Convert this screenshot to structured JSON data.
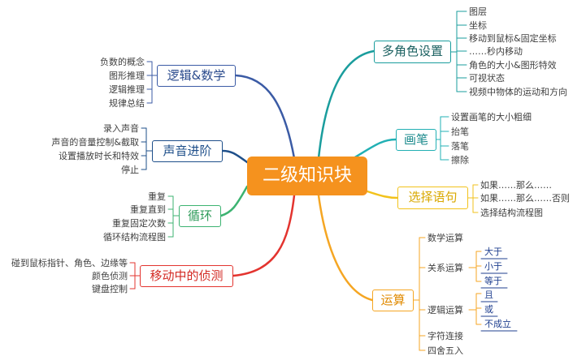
{
  "center": {
    "title": "二级知识块",
    "color": "#f5921e"
  },
  "branches": {
    "multi_role": {
      "title": "多角色设置",
      "color": "#1a9d9d",
      "items": [
        "图层",
        "坐标",
        "移动到鼠标&固定坐标",
        "……秒内移动",
        "角色的大小&图形特效",
        "可视状态",
        "视频中物体的运动和方向"
      ]
    },
    "pen": {
      "title": "画笔",
      "color": "#22b0b4",
      "items": [
        "设置画笔的大小粗细",
        "抬笔",
        "落笔",
        "擦除"
      ]
    },
    "selection": {
      "title": "选择语句",
      "color": "#f2c21b",
      "items": [
        "如果……那么……",
        "如果……那么……否则",
        "选择结构流程图"
      ]
    },
    "operations": {
      "title": "运算",
      "color": "#f5a623",
      "math": "数学运算",
      "relational": {
        "label": "关系运算",
        "items": [
          "大于",
          "小于",
          "等于"
        ]
      },
      "logical": {
        "label": "逻辑运算",
        "items": [
          "且",
          "或",
          "不成立"
        ]
      },
      "concat": "字符连接",
      "round": "四舍五入"
    },
    "logic_math": {
      "title": "逻辑&数学",
      "color": "#3b5ba5",
      "items": [
        "负数的概念",
        "图形推理",
        "逻辑推理",
        "规律总结"
      ]
    },
    "sound": {
      "title": "声音进阶",
      "color": "#1e4f8a",
      "items": [
        "录入声音",
        "声音的音量控制&截取",
        "设置播放时长和特效",
        "停止"
      ]
    },
    "loop": {
      "title": "循环",
      "color": "#3cb371",
      "items": [
        "重复",
        "重复直到",
        "重复固定次数",
        "循环结构流程图"
      ]
    },
    "detect": {
      "title": "移动中的侦测",
      "color": "#e3342f",
      "items": [
        "碰到鼠标指针、角色、边缘等",
        "颜色侦测",
        "键盘控制"
      ]
    }
  }
}
